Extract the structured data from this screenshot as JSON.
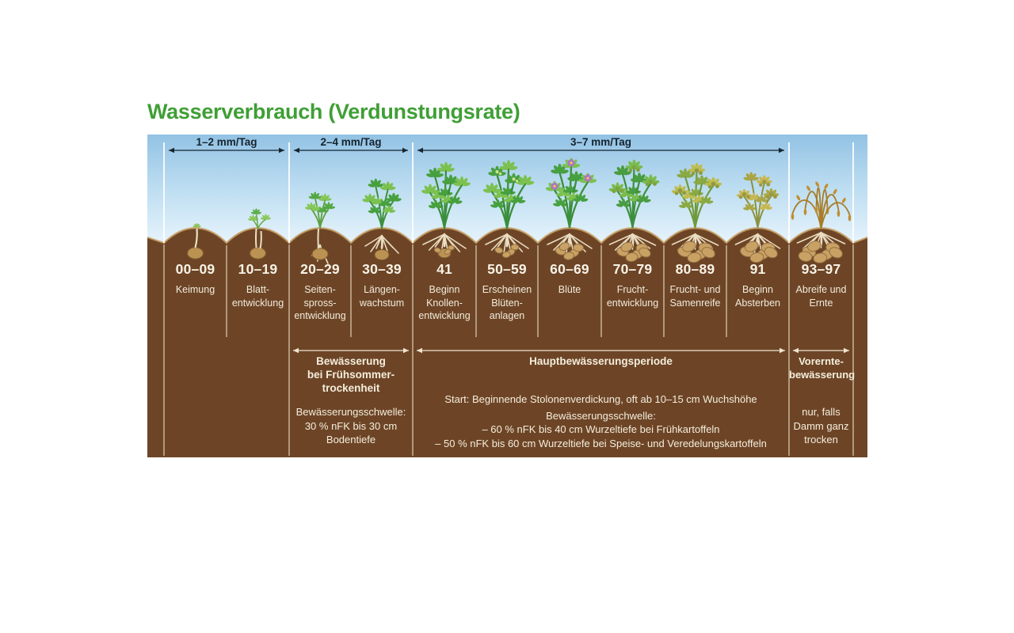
{
  "title": "Wasserverbrauch (Verdunstungsrate)",
  "evaporation_rates": [
    {
      "label": "1–2 mm/Tag",
      "from_stage": 0,
      "to_stage": 1
    },
    {
      "label": "2–4 mm/Tag",
      "from_stage": 2,
      "to_stage": 3
    },
    {
      "label": "3–7 mm/Tag",
      "from_stage": 4,
      "to_stage": 9
    }
  ],
  "stages": [
    {
      "code": "00–09",
      "label": "Keimung",
      "plant": "seed"
    },
    {
      "code": "10–19",
      "label": "Blatt-\nentwicklung",
      "plant": "sprout"
    },
    {
      "code": "20–29",
      "label": "Seiten-\nspross-\nentwicklung",
      "plant": "small"
    },
    {
      "code": "30–39",
      "label": "Längen-\nwachstum",
      "plant": "medium"
    },
    {
      "code": "41",
      "label": "Beginn\nKnollen-\nentwicklung",
      "plant": "large"
    },
    {
      "code": "50–59",
      "label": "Erscheinen\nBlüten-\nanlagen",
      "plant": "buds"
    },
    {
      "code": "60–69",
      "label": "Blüte",
      "plant": "flowers"
    },
    {
      "code": "70–79",
      "label": "Frucht-\nentwicklung",
      "plant": "berries"
    },
    {
      "code": "80–89",
      "label": "Frucht- und\nSamenreife",
      "plant": "ripening"
    },
    {
      "code": "91",
      "label": "Beginn\nAbsterben",
      "plant": "senescent"
    },
    {
      "code": "93–97",
      "label": "Abreife und\nErnte",
      "plant": "dry"
    }
  ],
  "irrigation": {
    "early": {
      "title": "Bewässerung\nbei Frühsommer-\ntrockenheit",
      "threshold": "Bewässerungsschwelle:\n30 % nFK bis 30 cm\nBodentiefe"
    },
    "main": {
      "title": "Hauptbewässerungsperiode",
      "start": "Start: Beginnende Stolonenverdickung, oft ab 10–15 cm Wuchshöhe",
      "threshold_heading": "Bewässerungsschwelle:",
      "thresholds": "– 60 % nFK bis 40 cm Wurzeltiefe bei Frühkartoffeln\n– 50 % nFK bis 60 cm Wurzeltiefe bei Speise- und Veredelungskartoffeln"
    },
    "preharvest": {
      "title": "Vorernte-\nbewässerung",
      "note": "nur, falls\nDamm ganz\ntrocken"
    }
  },
  "colors": {
    "title_green": "#3f9f35",
    "sky_top": "#92c2e4",
    "sky_bottom": "#e3f2fb",
    "soil_brown": "#6d4526",
    "light_text": "#f4eddd",
    "dark_arrow": "#15242e",
    "cream_arrow": "#efe4d0"
  }
}
